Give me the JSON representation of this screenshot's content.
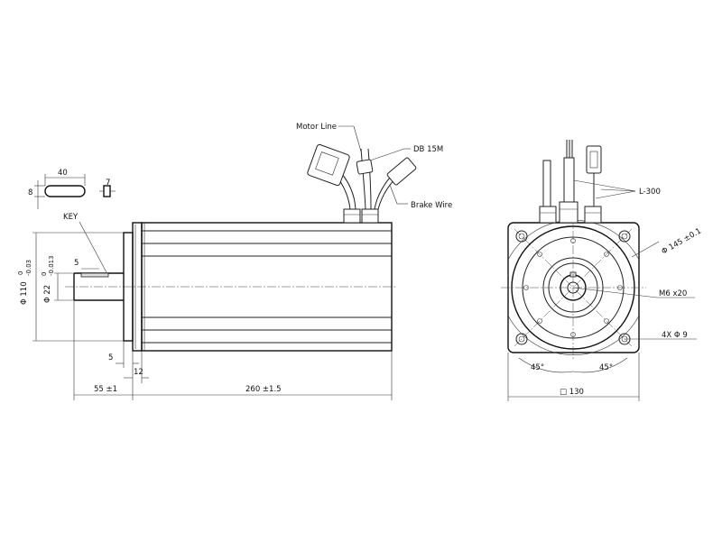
{
  "labels": {
    "motor_line": "Motor Line",
    "db15m": "DB 15M",
    "brake_wire": "Brake Wire",
    "key": "KEY",
    "l300": "L-300",
    "flange_pcd": "Φ 145 ±0.1",
    "center_thread": "M6 x20",
    "holes": "4X Φ 9"
  },
  "dimensions": {
    "key_length": "40",
    "key_height": "8",
    "key_width": "7",
    "key_offset": "5",
    "spigot_dia": "Φ 110",
    "spigot_tol_upper": "0",
    "spigot_tol_lower": "-0.03",
    "shaft_dia": "Φ 22",
    "shaft_tol_upper": "0",
    "shaft_tol_lower": "-0.013",
    "spigot_depth": "5",
    "flange_thickness": "12",
    "shaft_length": "55 ±1",
    "body_length": "260 ±1.5",
    "angle_left": "45°",
    "angle_right": "45°",
    "square": "□ 130"
  }
}
